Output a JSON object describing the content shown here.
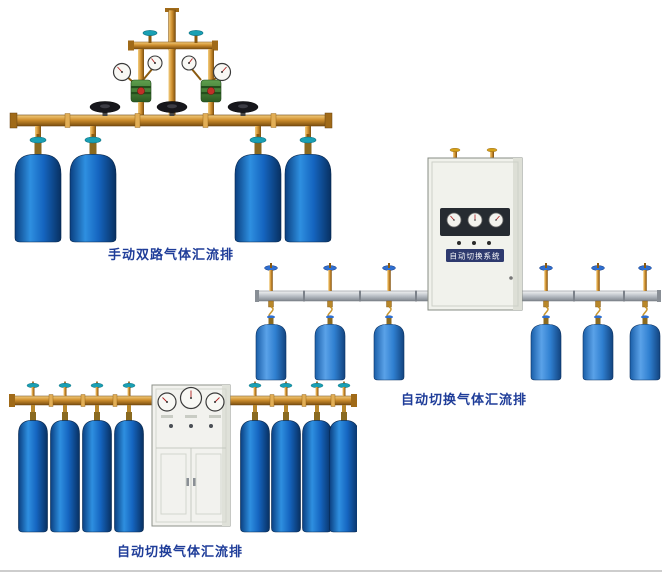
{
  "page": {
    "background": "#ffffff",
    "caption_color": "#1f3d99"
  },
  "products": {
    "manual_dual": {
      "caption": "手动双路气体汇流排"
    },
    "auto_switch_wall": {
      "caption": "自动切换气体汇流排",
      "cabinet_label": "自动切换系统"
    },
    "auto_switch_floor": {
      "caption": "自动切换气体汇流排"
    }
  },
  "colors": {
    "cylinder_blue_dark": "#0a3f80",
    "cylinder_blue_light": "#2e8fe0",
    "brass_pipe": "#cf8f2e",
    "teal_valve": "#19a0b4",
    "silver_pipe": "#b9bfc6",
    "cabinet_body": "#f1f2ec",
    "regulator_green": "#3f7a33",
    "caption_text": "#1f3d99"
  }
}
